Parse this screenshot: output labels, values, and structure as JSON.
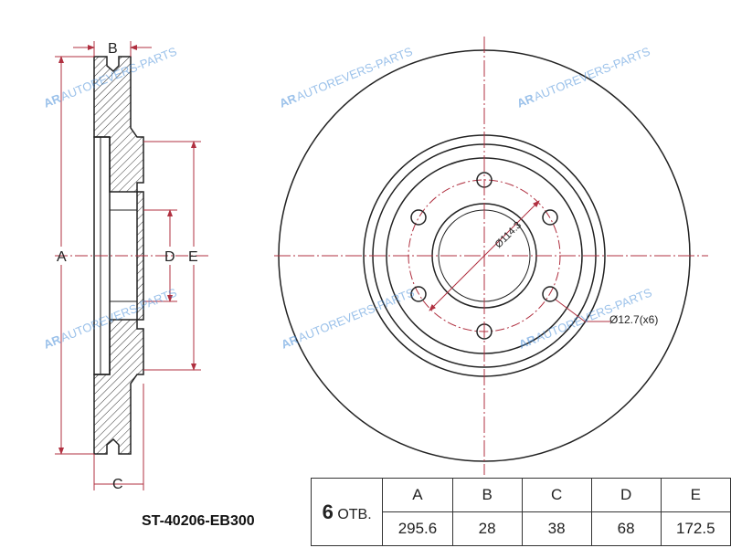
{
  "drawing": {
    "part_number": "ST-40206-EB300",
    "watermark": "AUTOREVERS-PARTS",
    "watermark_logo": "AR",
    "side_view_labels": {
      "A": "A",
      "B": "B",
      "C": "C",
      "D": "D",
      "E": "E"
    },
    "front_view_labels": {
      "pcd": "Ø114.3",
      "bolt_hole": "Ø12.7(x6)"
    },
    "colors": {
      "dimension": "#b03040",
      "line": "#222222",
      "watermark": "#4a90d9"
    }
  },
  "spec_table": {
    "holes_count": "6",
    "holes_label": "ОТВ.",
    "headers": [
      "A",
      "B",
      "C",
      "D",
      "E"
    ],
    "values": [
      "295.6",
      "28",
      "38",
      "68",
      "172.5"
    ]
  }
}
